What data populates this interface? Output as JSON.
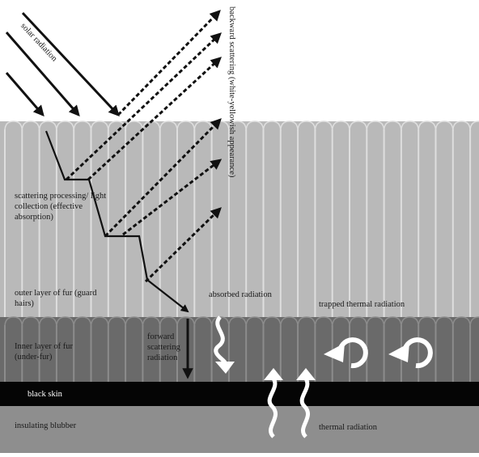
{
  "labels": {
    "solar_radiation": "solar radiation",
    "backward_scattering": "backward scattering (white-yellowish appearance)",
    "scattering": "scattering processing/ light collection (effective absorption)",
    "outer_layer": "outer layer of fur (guard hairs)",
    "absorbed_radiation": "absorbed radiation",
    "trapped_thermal": "trapped  thermal  radiation",
    "inner_layer": "Inner layer of fur (under-fur)",
    "forward_scattering": "forward scattering radiation",
    "black_skin": "black skin",
    "insulating_blubber": "insulating blubber",
    "thermal_radiation": "thermal radiation"
  },
  "colors": {
    "background": "#ffffff",
    "outer_fur": "#b9b9b9",
    "outer_fur_seam": "#dedede",
    "inner_fur": "#6a6a6a",
    "inner_fur_seam": "#8c8c8c",
    "skin": "#050505",
    "blubber": "#8e8e8e",
    "ray": "#111111",
    "arrow_light": "#ffffff"
  }
}
